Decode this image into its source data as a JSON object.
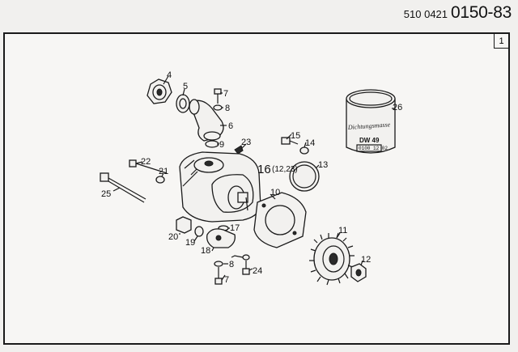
{
  "header": {
    "code": "510 0421",
    "doc_number": "0150-83"
  },
  "page_box": "1",
  "labels": {
    "p4": "4",
    "p5": "5",
    "p7a": "7",
    "p8a": "8",
    "p6": "6",
    "p9": "9",
    "p23": "23",
    "p16": "16",
    "p16_ref": "(12,23)",
    "p15": "15",
    "p14": "14",
    "p13": "13",
    "p10": "10",
    "p22": "22",
    "p21": "21",
    "p25": "25",
    "p26": "26",
    "p17": "17",
    "p20": "20",
    "p19": "19",
    "p18": "18",
    "p8b": "8",
    "p7b": "7",
    "p24": "24",
    "p11": "11",
    "p12": "12"
  },
  "can": {
    "brand_text": "Dichtungsmasse",
    "product": "DW 49",
    "code": "0100 12 02"
  }
}
